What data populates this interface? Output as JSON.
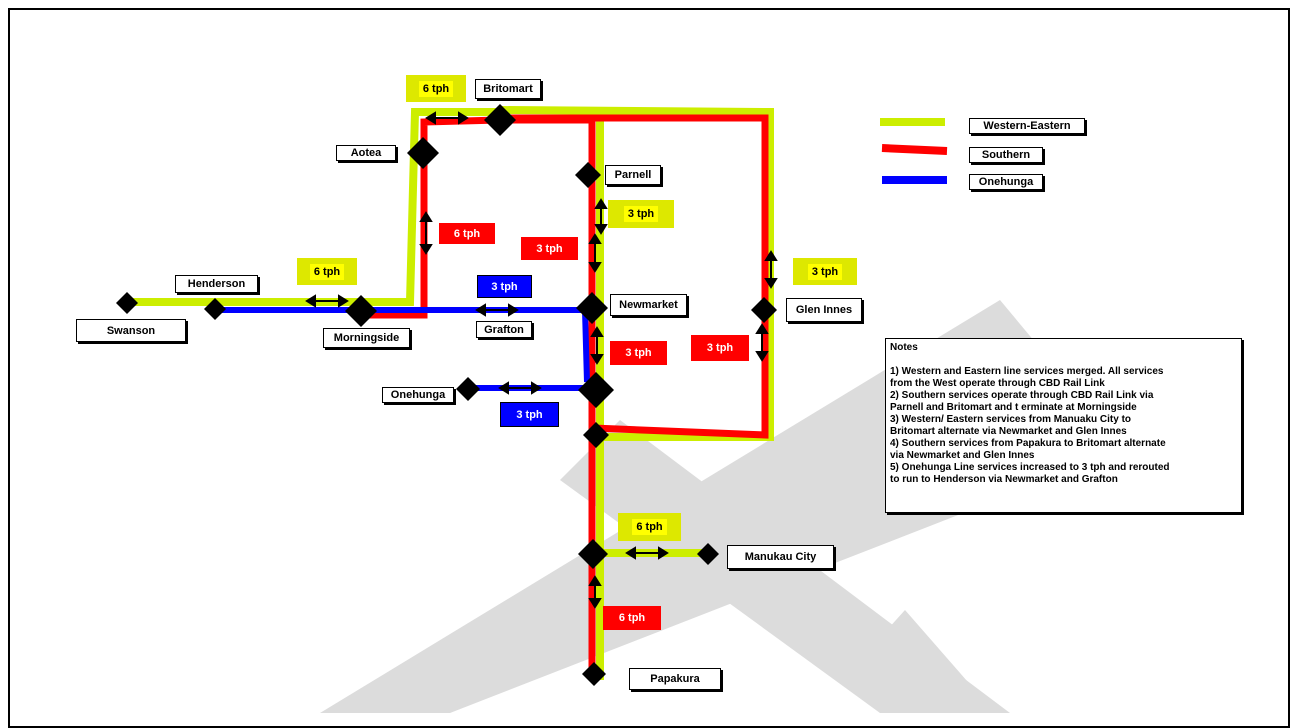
{
  "legend": {
    "western_eastern": {
      "label": "Western-Eastern",
      "color": "#ccee00"
    },
    "southern": {
      "label": "Southern",
      "color": "#ff0000"
    },
    "onehunga": {
      "label": "Onehunga",
      "color": "#0000ff"
    }
  },
  "stations": {
    "britomart": "Britomart",
    "aotea": "Aotea",
    "parnell": "Parnell",
    "henderson": "Henderson",
    "swanson": "Swanson",
    "morningside": "Morningside",
    "grafton": "Grafton",
    "newmarket": "Newmarket",
    "glen_innes": "Glen Innes",
    "onehunga": "Onehunga",
    "manukau_city": "Manukau City",
    "papakura": "Papakura"
  },
  "frequencies": {
    "britomart_we": "6 tph",
    "aotea_southern": "6 tph",
    "morningside_we": "6 tph",
    "grafton_onehunga": "3 tph",
    "parnell_southern": "3 tph",
    "parnell_we": "3 tph",
    "glen_innes_we": "3 tph",
    "glen_innes_southern": "3 tph",
    "newmarket_southern": "3 tph",
    "onehunga_line": "3 tph",
    "manukau_we": "6 tph",
    "papakura_southern": "6 tph"
  },
  "notes": {
    "title": "Notes",
    "lines": [
      "1) Western and Eastern line services merged. All services",
      "from the West operate through CBD Rail Link",
      "2) Southern services operate through CBD Rail Link via",
      "Parnell and Britomart and t erminate at Morningside",
      "3)  Western/ Eastern services  from Manuaku City to",
      "Britomart alternate via Newmarket and Glen Innes",
      "4)  Southern services from Papakura to Britomart alternate",
      "via Newmarket and Glen Innes",
      "5) Onehunga Line services increased to 3 tph and rerouted",
      "to run to Henderson via Newmarket and Grafton"
    ]
  }
}
